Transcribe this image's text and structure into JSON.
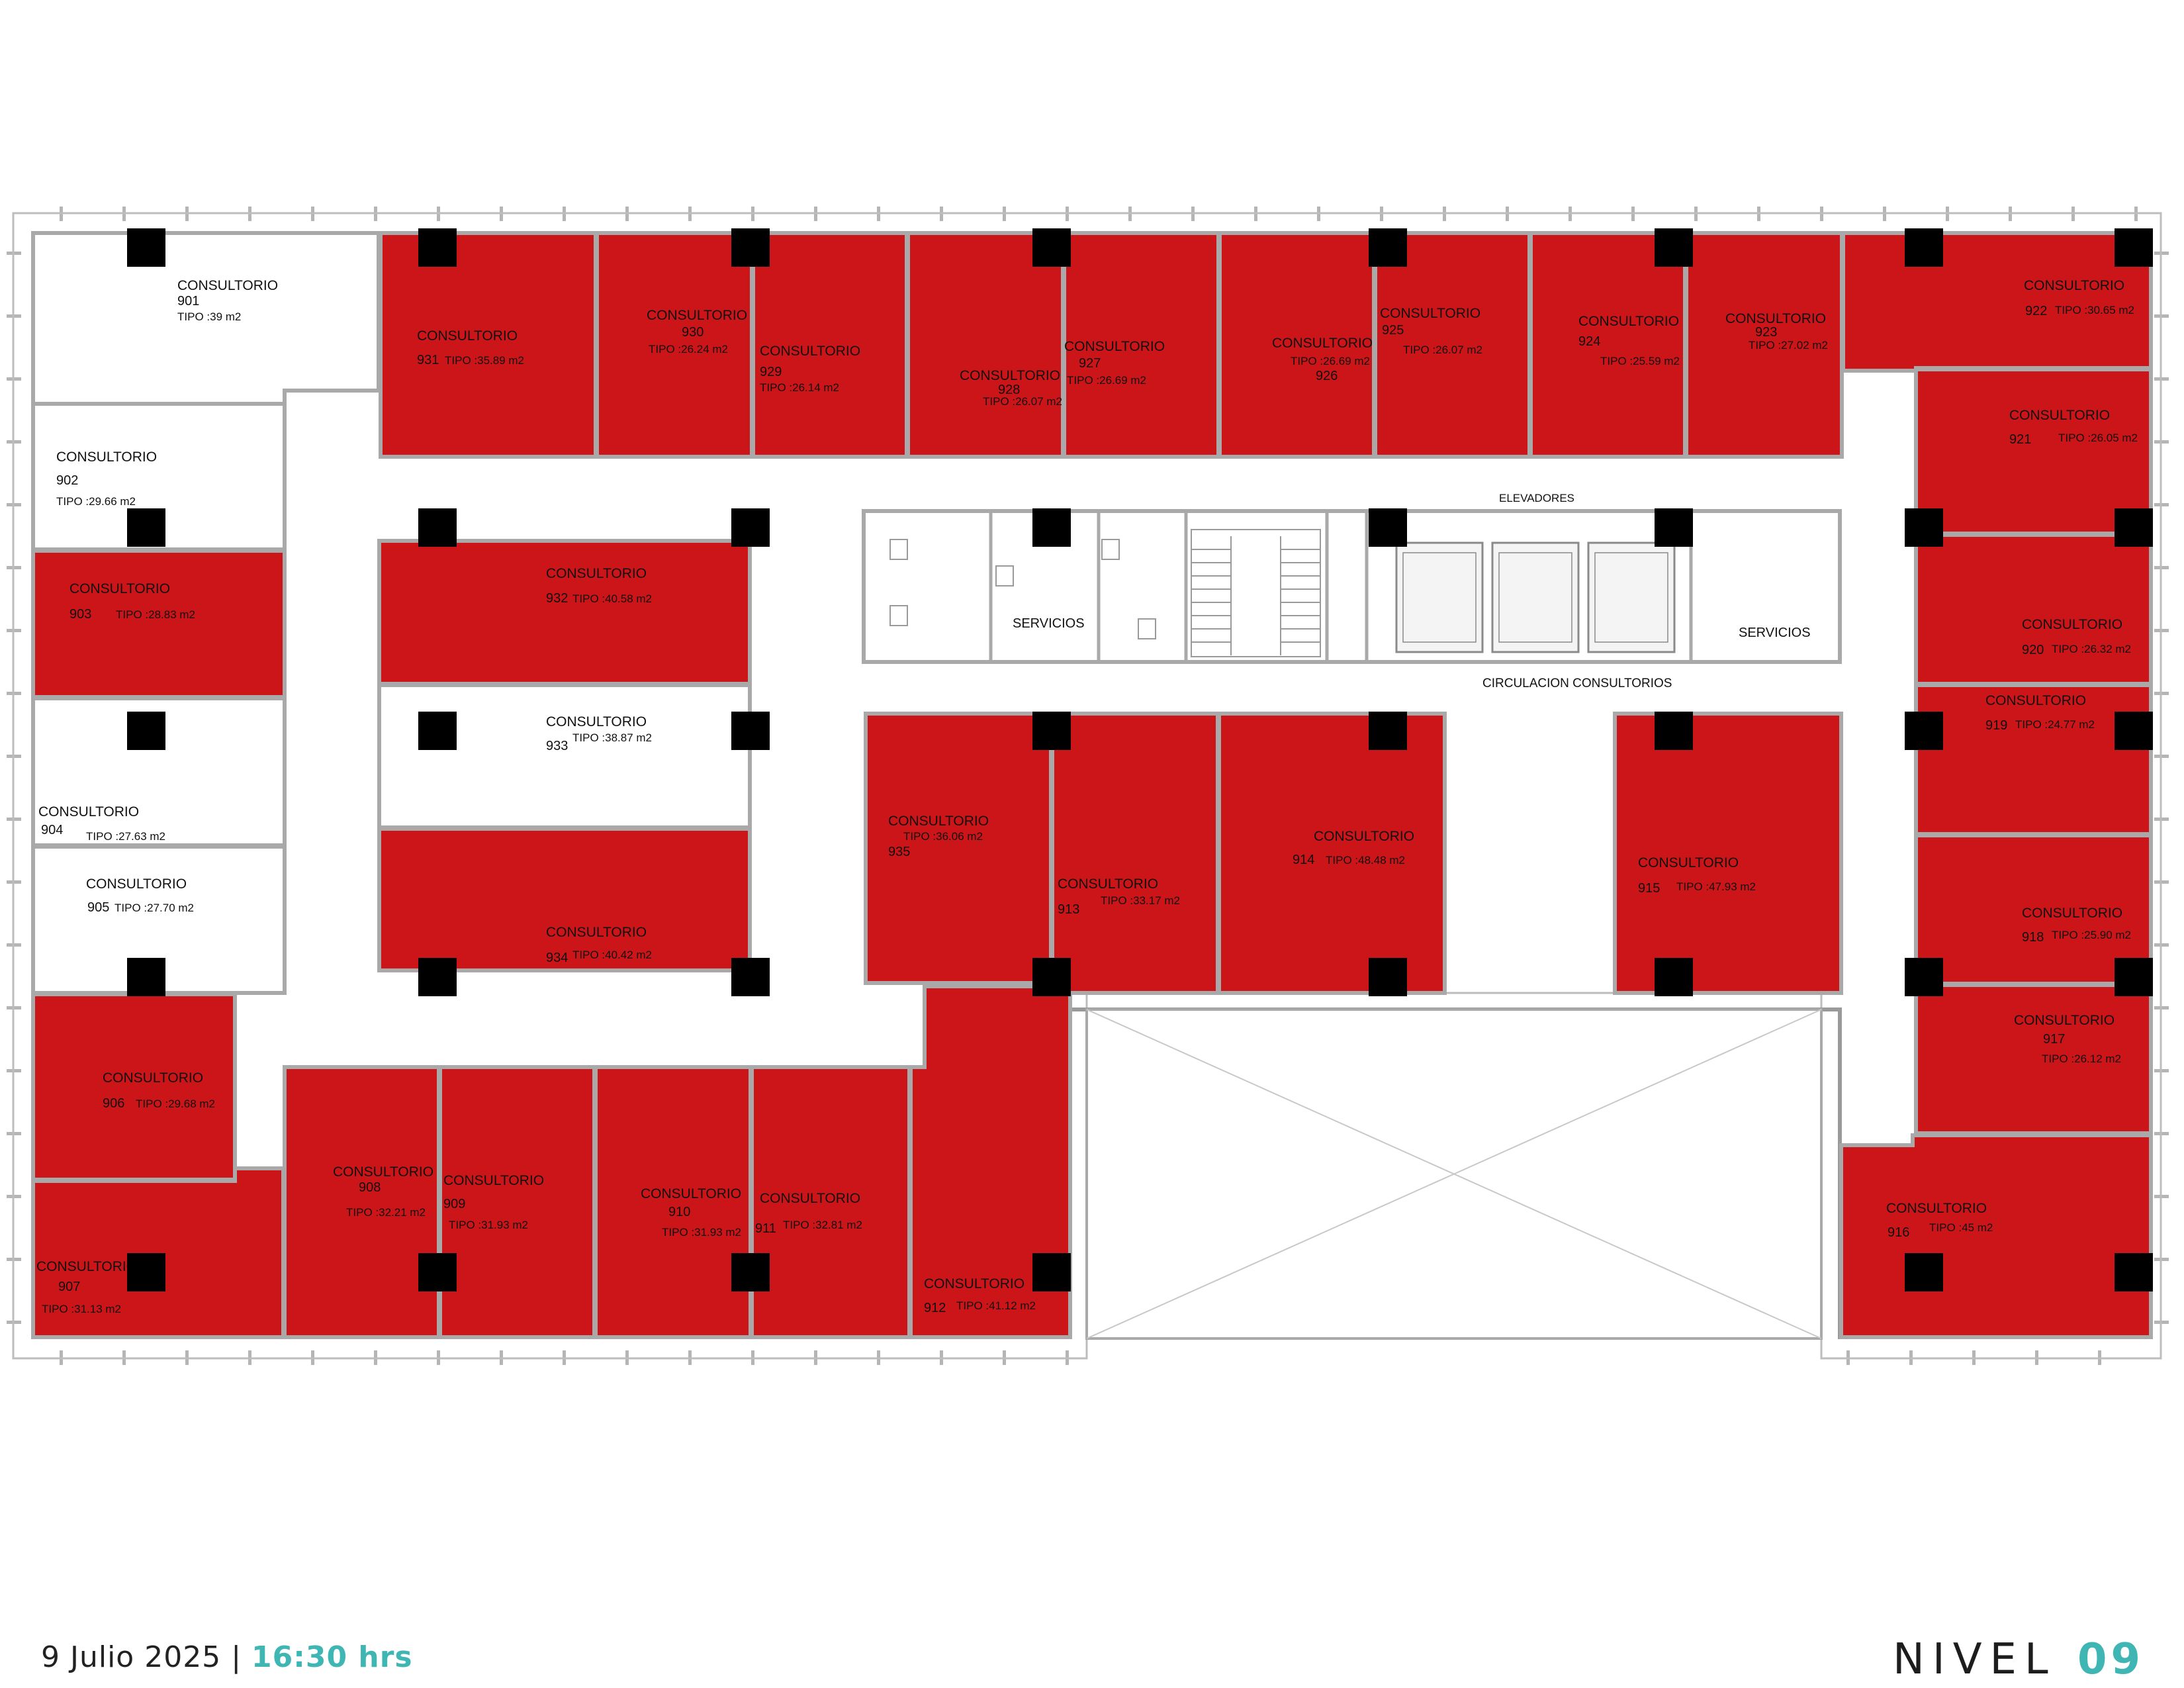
{
  "units": [
    {
      "id": "u901",
      "label": "CONSULTORIO",
      "number": "901",
      "tipo": "TIPO :39 m2",
      "status": "available"
    },
    {
      "id": "u902",
      "label": "CONSULTORIO",
      "number": "902",
      "tipo": "TIPO :29.66 m2",
      "status": "available"
    },
    {
      "id": "u903",
      "label": "CONSULTORIO",
      "number": "903",
      "tipo": "TIPO :28.83 m2",
      "status": "sold"
    },
    {
      "id": "u904",
      "label": "CONSULTORIO",
      "number": "904",
      "tipo": "TIPO :27.63 m2",
      "status": "available"
    },
    {
      "id": "u905",
      "label": "CONSULTORIO",
      "number": "905",
      "tipo": "TIPO :27.70 m2",
      "status": "available"
    },
    {
      "id": "u906",
      "label": "CONSULTORIO",
      "number": "906",
      "tipo": "TIPO :29.68 m2",
      "status": "sold"
    },
    {
      "id": "u907",
      "label": "CONSULTORIO",
      "number": "907",
      "tipo": "TIPO :31.13 m2",
      "status": "sold"
    },
    {
      "id": "u908",
      "label": "CONSULTORIO",
      "number": "908",
      "tipo": "TIPO :32.21 m2",
      "status": "sold"
    },
    {
      "id": "u909",
      "label": "CONSULTORIO",
      "number": "909",
      "tipo": "TIPO :31.93 m2",
      "status": "sold"
    },
    {
      "id": "u910",
      "label": "CONSULTORIO",
      "number": "910",
      "tipo": "TIPO :31.93 m2",
      "status": "sold"
    },
    {
      "id": "u911",
      "label": "CONSULTORIO",
      "number": "911",
      "tipo": "TIPO :32.81 m2",
      "status": "sold"
    },
    {
      "id": "u912",
      "label": "CONSULTORIO",
      "number": "912",
      "tipo": "TIPO :41.12 m2",
      "status": "sold"
    },
    {
      "id": "u913",
      "label": "CONSULTORIO",
      "number": "913",
      "tipo": "TIPO :33.17 m2",
      "status": "sold"
    },
    {
      "id": "u914",
      "label": "CONSULTORIO",
      "number": "914",
      "tipo": "TIPO :48.48 m2",
      "status": "sold"
    },
    {
      "id": "u915",
      "label": "CONSULTORIO",
      "number": "915",
      "tipo": "TIPO :47.93 m2",
      "status": "sold"
    },
    {
      "id": "u916",
      "label": "CONSULTORIO",
      "number": "916",
      "tipo": "TIPO :45 m2",
      "status": "sold"
    },
    {
      "id": "u917",
      "label": "CONSULTORIO",
      "number": "917",
      "tipo": "TIPO :26.12 m2",
      "status": "sold"
    },
    {
      "id": "u918",
      "label": "CONSULTORIO",
      "number": "918",
      "tipo": "TIPO :25.90 m2",
      "status": "sold"
    },
    {
      "id": "u919",
      "label": "CONSULTORIO",
      "number": "919",
      "tipo": "TIPO :24.77 m2",
      "status": "sold"
    },
    {
      "id": "u920",
      "label": "CONSULTORIO",
      "number": "920",
      "tipo": "TIPO :26.32 m2",
      "status": "sold"
    },
    {
      "id": "u921",
      "label": "CONSULTORIO",
      "number": "921",
      "tipo": "TIPO :26.05 m2",
      "status": "sold"
    },
    {
      "id": "u922",
      "label": "CONSULTORIO",
      "number": "922",
      "tipo": "TIPO :30.65 m2",
      "status": "sold"
    },
    {
      "id": "u923",
      "label": "CONSULTORIO",
      "number": "923",
      "tipo": "TIPO :27.02 m2",
      "status": "sold"
    },
    {
      "id": "u924",
      "label": "CONSULTORIO",
      "number": "924",
      "tipo": "TIPO :25.59 m2",
      "status": "sold"
    },
    {
      "id": "u925",
      "label": "CONSULTORIO",
      "number": "925",
      "tipo": "TIPO :26.07 m2",
      "status": "sold"
    },
    {
      "id": "u926",
      "label": "CONSULTORIO",
      "number": "926",
      "tipo": "TIPO :26.69 m2",
      "status": "sold"
    },
    {
      "id": "u927",
      "label": "CONSULTORIO",
      "number": "927",
      "tipo": "TIPO :26.69 m2",
      "status": "sold"
    },
    {
      "id": "u928",
      "label": "CONSULTORIO",
      "number": "928",
      "tipo": "TIPO :26.07 m2",
      "status": "sold"
    },
    {
      "id": "u929",
      "label": "CONSULTORIO",
      "number": "929",
      "tipo": "TIPO :26.14 m2",
      "status": "sold"
    },
    {
      "id": "u930",
      "label": "CONSULTORIO",
      "number": "930",
      "tipo": "TIPO :26.24 m2",
      "status": "sold"
    },
    {
      "id": "u931",
      "label": "CONSULTORIO",
      "number": "931",
      "tipo": "TIPO :35.89 m2",
      "status": "sold"
    },
    {
      "id": "u932",
      "label": "CONSULTORIO",
      "number": "932",
      "tipo": "TIPO :40.58 m2",
      "status": "sold"
    },
    {
      "id": "u933",
      "label": "CONSULTORIO",
      "number": "933",
      "tipo": "TIPO :38.87 m2",
      "status": "available"
    },
    {
      "id": "u934",
      "label": "CONSULTORIO",
      "number": "934",
      "tipo": "TIPO :40.42 m2",
      "status": "sold"
    },
    {
      "id": "u935",
      "label": "CONSULTORIO",
      "number": "935",
      "tipo": "TIPO :36.06 m2",
      "status": "sold"
    }
  ],
  "labels": {
    "servicios_left": "SERVICIOS",
    "servicios_right": "SERVICIOS",
    "elevadores": "ELEVADORES",
    "circulacion": "CIRCULACION CONSULTORIOS"
  },
  "colors": {
    "sold": "#cc1518",
    "available": "#ffffff",
    "accent": "#3fb6b3",
    "wall": "#a9a9a9",
    "column": "#000000"
  },
  "footer": {
    "date": "9 Julio 2025",
    "separator": "|",
    "time": "16:30 hrs",
    "level_word": "NIVEL",
    "level_number": "09"
  }
}
